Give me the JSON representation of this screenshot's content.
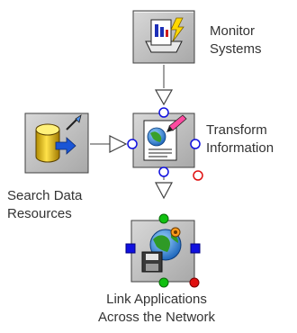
{
  "nodes": {
    "monitor": {
      "label_lines": [
        "Monitor",
        "Systems"
      ],
      "icon": "monitor-systems-icon"
    },
    "transform": {
      "label_lines": [
        "Transform",
        "Information"
      ],
      "icon": "transform-information-icon"
    },
    "search": {
      "label_lines": [
        "Search Data",
        "Resources"
      ],
      "icon": "database-search-icon"
    },
    "link": {
      "label_lines": [
        "Link Applications",
        "Across the Network"
      ],
      "icon": "globe-network-icon"
    }
  },
  "colors": {
    "node_fill": "#c0c0c0",
    "node_border": "#404040",
    "connector_blue": "#1010e0",
    "connector_red": "#e01010",
    "connector_green": "#10c010",
    "label_text": "#333333",
    "arrow_outline": "#404040"
  }
}
